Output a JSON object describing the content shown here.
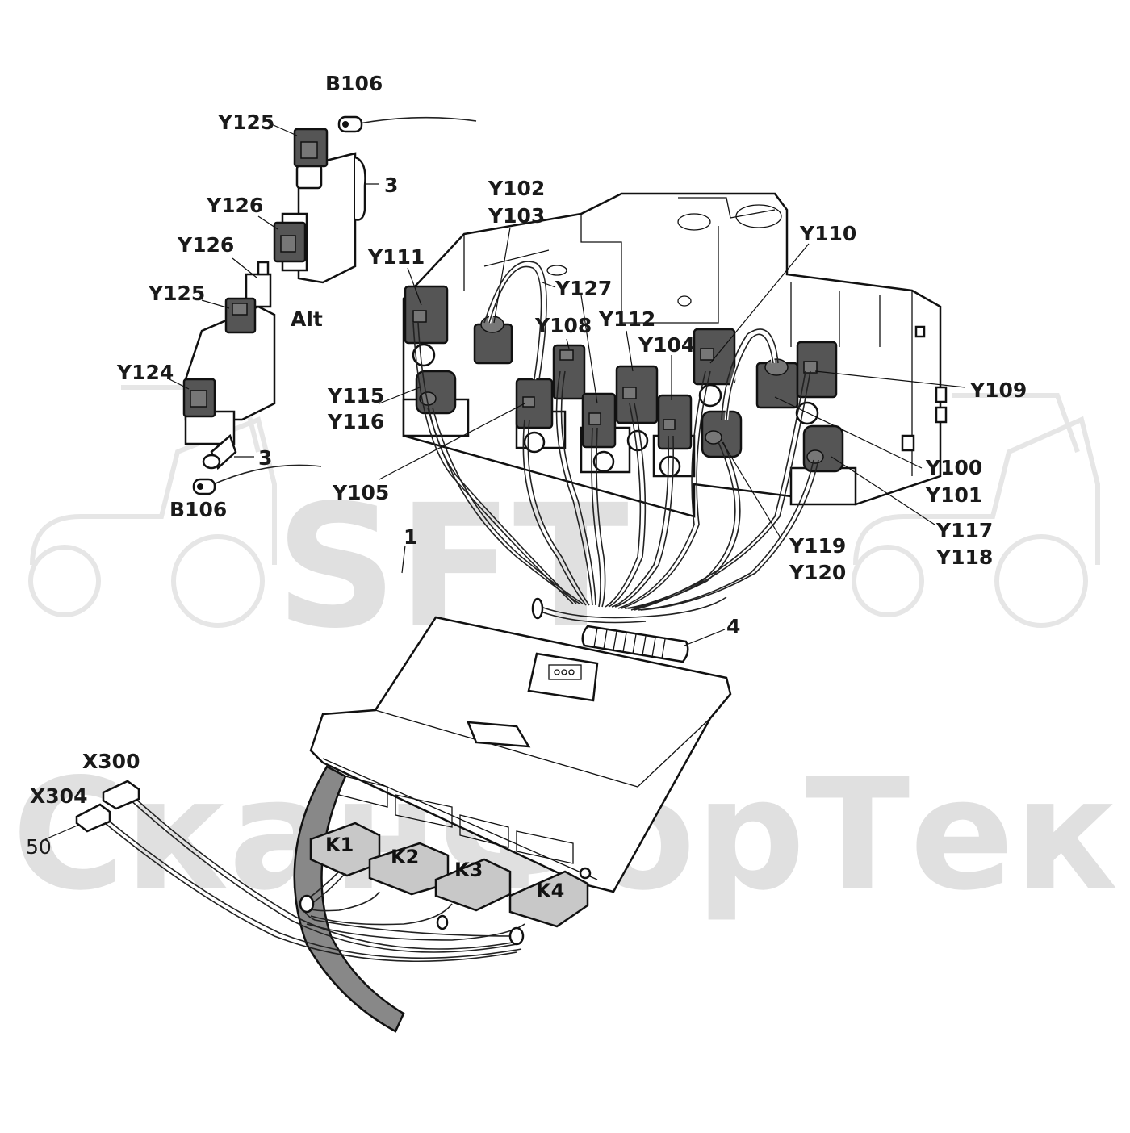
{
  "watermark": {
    "top": "SFT",
    "bottom": "СканФорТек",
    "color": "#e0e0e0"
  },
  "labels": {
    "b106_top": "B106",
    "y125_top": "Y125",
    "ref3_top": "3",
    "y126_a": "Y126",
    "y126_b": "Y126",
    "y125_b": "Y125",
    "alt": "Alt",
    "y124": "Y124",
    "ref3_bottom": "3",
    "b106_bottom": "B106",
    "y102": "Y102",
    "y103": "Y103",
    "y111": "Y111",
    "y127": "Y127",
    "y108": "Y108",
    "y112": "Y112",
    "y104": "Y104",
    "y110": "Y110",
    "y109": "Y109",
    "y115": "Y115",
    "y116": "Y116",
    "y105": "Y105",
    "y100": "Y100",
    "y101": "Y101",
    "y117": "Y117",
    "y118": "Y118",
    "y119": "Y119",
    "y120": "Y120",
    "ref1": "1",
    "ref4": "4",
    "x300": "X300",
    "x304": "X304",
    "ref50": "50"
  },
  "connectors": {
    "k1": "K1",
    "k2": "K2",
    "k3": "K3",
    "k4": "K4"
  },
  "colors": {
    "coil": "#555555",
    "connector": "#c8c8c8",
    "line": "#111111"
  }
}
